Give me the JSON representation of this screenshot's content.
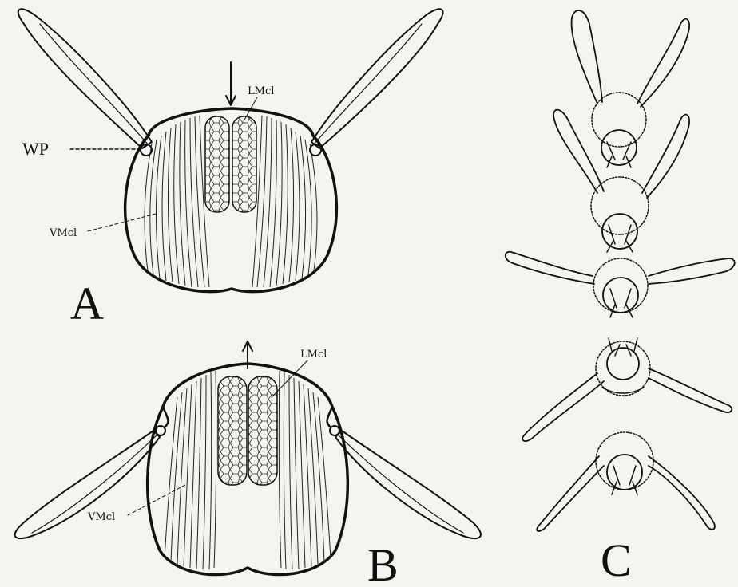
{
  "panels": {
    "a": {
      "letter": "A",
      "wp_label": "WP",
      "lmcl_label": "LMcl",
      "vmcl_label": "VMcl",
      "arrow_direction": "down"
    },
    "b": {
      "letter": "B",
      "lmcl_label": "LMcl",
      "vmcl_label": "VMcl",
      "arrow_direction": "up"
    },
    "c": {
      "letter": "C"
    }
  }
}
